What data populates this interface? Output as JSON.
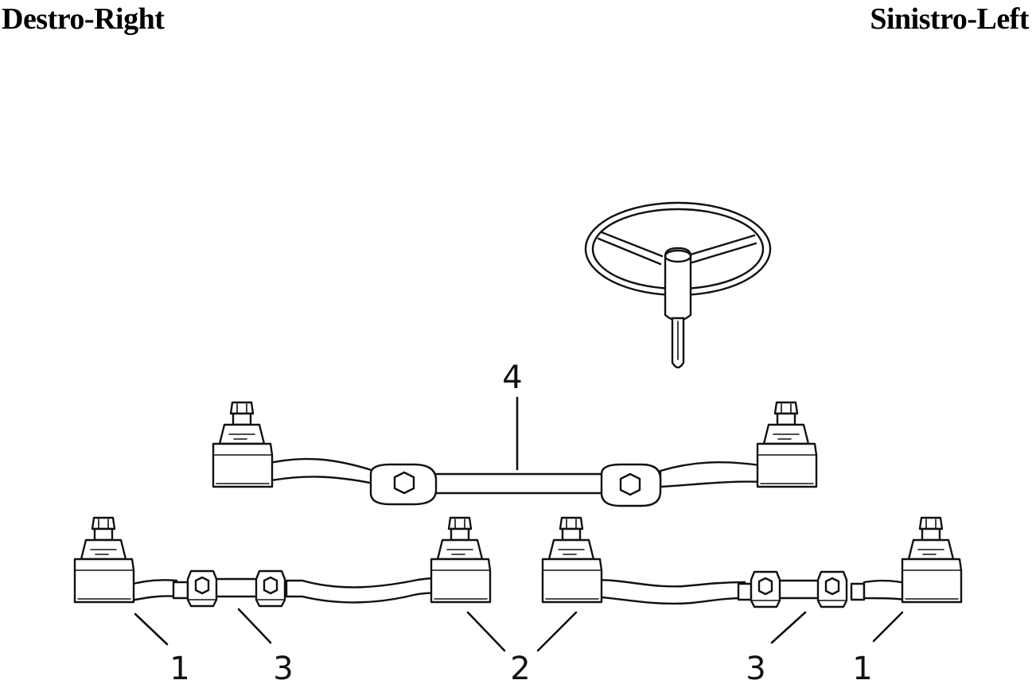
{
  "headers": {
    "right": "Destro-Right",
    "left": "Sinistro-Left"
  },
  "callouts": {
    "c1_left": "1",
    "c3_left": "3",
    "c2": "2",
    "c3_right": "3",
    "c1_right": "1",
    "c4": "4"
  },
  "icons": {
    "steering_wheel": "steering-wheel-icon",
    "tie_rod_end": "ball-joint-icon"
  }
}
